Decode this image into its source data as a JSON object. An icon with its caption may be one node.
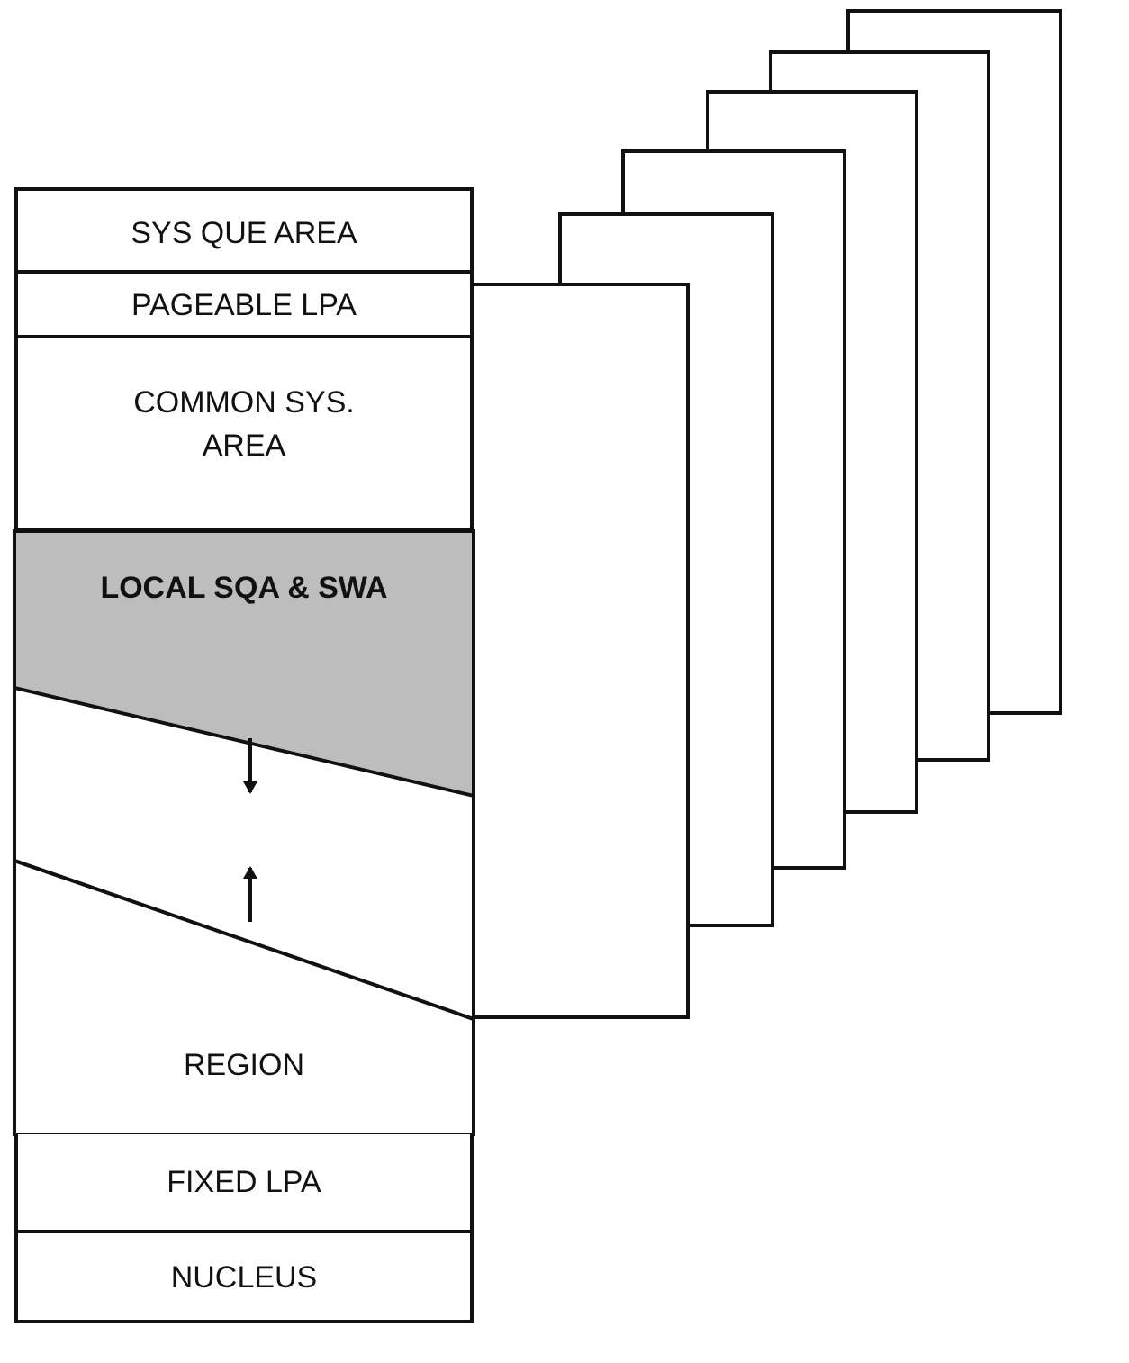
{
  "diagram": {
    "nodes": [
      {
        "text": [
          "SYS QUE AREA"
        ]
      },
      {
        "text": [
          "PAGEABLE LPA"
        ]
      },
      {
        "text": [
          "COMMON SYS. AREA"
        ]
      },
      {
        "text": [
          "LOCAL SQA & SWA"
        ]
      },
      {
        "text": [
          "REGION"
        ]
      },
      {
        "text": [
          "FIXED LPA"
        ]
      },
      {
        "text": [
          "NUCLEUS"
        ]
      },
      {
        "text": [],
        "shape": "box"
      },
      {
        "text": [],
        "shape": "box"
      },
      {
        "text": [],
        "shape": "box"
      },
      {
        "text": [],
        "shape": "box"
      },
      {
        "text": [],
        "shape": "box"
      },
      {
        "text": [],
        "shape": "box"
      }
    ],
    "edges": []
  }
}
